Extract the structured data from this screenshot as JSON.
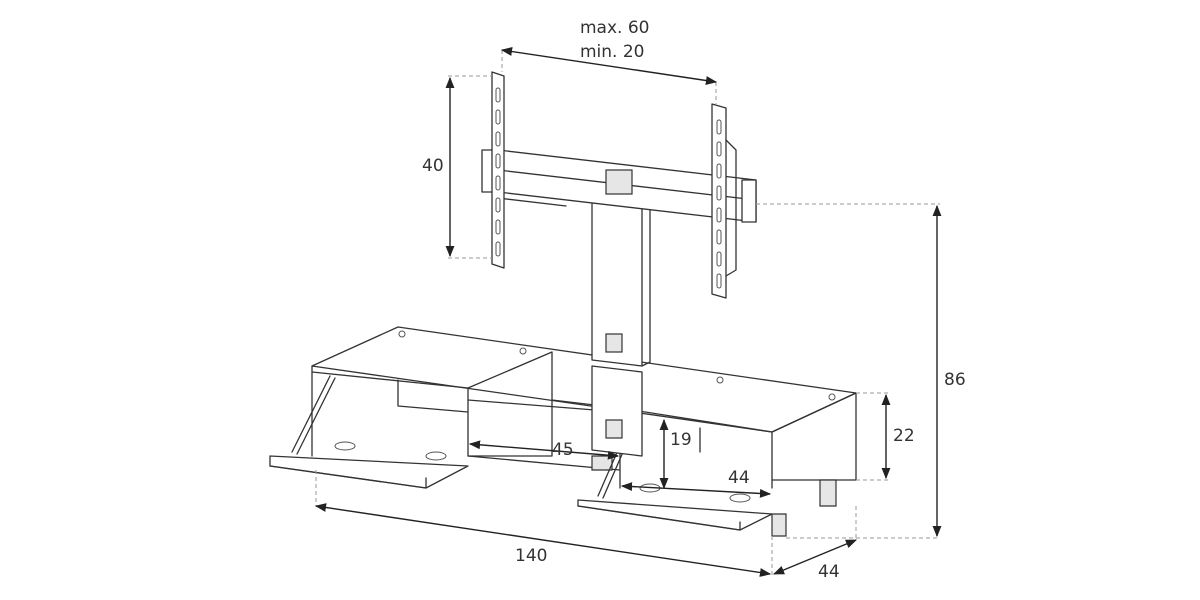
{
  "dimensions": {
    "vesa_max": "max. 60",
    "vesa_min": "min. 20",
    "bracket_height": "40",
    "total_height": "86",
    "cabinet_height": "22",
    "inner_height": "19",
    "shelf_width": "45",
    "compartment_width": "44",
    "total_width": "140",
    "depth": "44"
  },
  "colors": {
    "line": "#333333",
    "dimension": "#222222",
    "dashed_guide": "#9a9a9a",
    "background": "#ffffff"
  }
}
